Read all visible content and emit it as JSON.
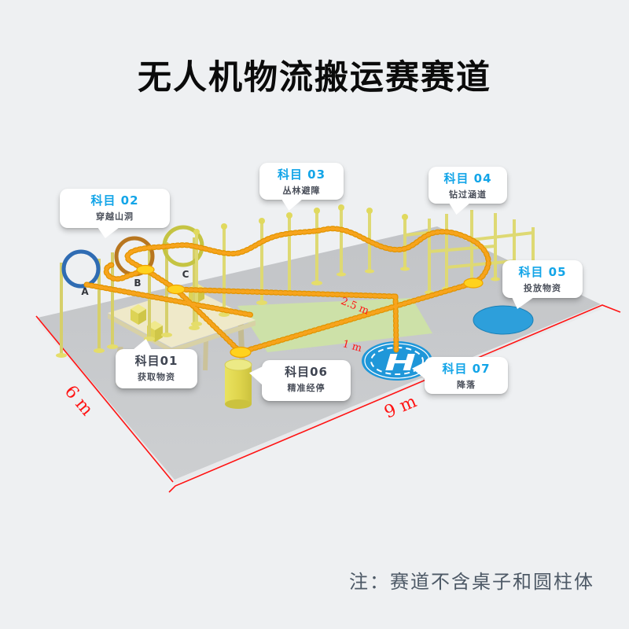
{
  "page": {
    "title": "无人机物流搬运赛赛道",
    "note": "注：赛道不含桌子和圆柱体"
  },
  "callouts": {
    "c01": {
      "title": "科目01",
      "subtitle": "获取物资"
    },
    "c02": {
      "title": "科目 02",
      "subtitle": "穿越山洞"
    },
    "c03": {
      "title": "科目 03",
      "subtitle": "丛林避障"
    },
    "c04": {
      "title": "科目 04",
      "subtitle": "钻过涵道"
    },
    "c05": {
      "title": "科目 05",
      "subtitle": "投放物资"
    },
    "c06": {
      "title": "科目06",
      "subtitle": "精准经停"
    },
    "c07": {
      "title": "科目 07",
      "subtitle": "降落"
    }
  },
  "labels": {
    "ring_a": "A",
    "ring_b": "B",
    "ring_c": "C",
    "dim_left": "6 m",
    "dim_bottom": "9 m",
    "dim_mid": "2.5 m",
    "dim_short": "1 m",
    "helipad": "H"
  },
  "colors": {
    "accent_blue": "#13a5e8",
    "dark_text": "#3f4552",
    "dimension_red": "#ff1414",
    "track_orange": "#f7a41d",
    "pole_yellow": "#ded973",
    "helipad_blue": "#1f97d9",
    "drop_zone_blue": "#2d9fdb",
    "green_zone": "#cde3a5"
  }
}
